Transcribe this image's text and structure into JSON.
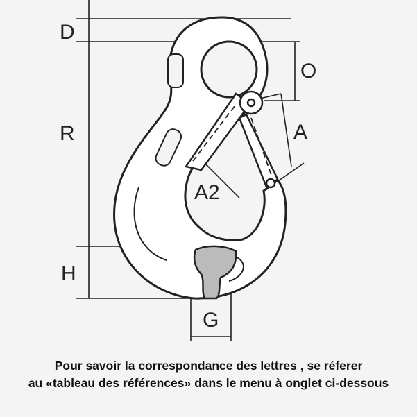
{
  "labels": {
    "D": "D",
    "O": "O",
    "R": "R",
    "A": "A",
    "A2": "A2",
    "H": "H",
    "G": "G"
  },
  "caption": {
    "line1": "Pour savoir la correspondance des lettres , se réferer",
    "line2": "au «tableau des références» dans le menu à onglet ci-dessous"
  }
}
